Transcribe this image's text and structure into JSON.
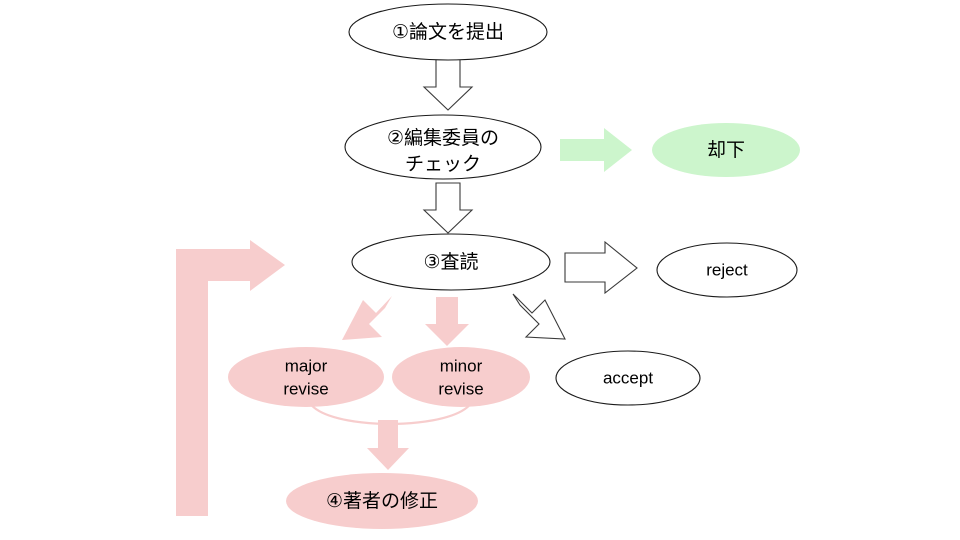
{
  "diagram": {
    "title": "Peer review process flowchart",
    "colors": {
      "pink": "#f7cdcd",
      "green": "#ccf5cc",
      "white": "#ffffff",
      "outline": "#1a1a1a",
      "background": "#ffffff"
    },
    "nodes": {
      "submit": {
        "label": "①論文を提出",
        "style": "white-ellipse"
      },
      "editor_check_line1": {
        "label": "②編集委員の",
        "style": "white-ellipse"
      },
      "editor_check_line2": {
        "label": "チェック",
        "style": "white-ellipse"
      },
      "dismiss": {
        "label": "却下",
        "style": "green-ellipse"
      },
      "review": {
        "label": "③査読",
        "style": "white-ellipse"
      },
      "reject": {
        "label": "reject",
        "style": "white-ellipse"
      },
      "accept": {
        "label": "accept",
        "style": "white-ellipse"
      },
      "major_revise_line1": {
        "label": "major",
        "style": "pink-ellipse"
      },
      "major_revise_line2": {
        "label": "revise",
        "style": "pink-ellipse"
      },
      "minor_revise_line1": {
        "label": "minor",
        "style": "pink-ellipse"
      },
      "minor_revise_line2": {
        "label": "revise",
        "style": "pink-ellipse"
      },
      "author_revision": {
        "label": "④著者の修正",
        "style": "pink-ellipse"
      }
    },
    "arrows": {
      "submit_to_editor": {
        "icon": "block-arrow-down-icon",
        "color": "#ffffff"
      },
      "editor_to_dismiss": {
        "icon": "block-arrow-right-icon",
        "color": "#ccf5cc"
      },
      "editor_to_review": {
        "icon": "block-arrow-down-icon",
        "color": "#ffffff"
      },
      "review_to_reject": {
        "icon": "block-arrow-right-icon",
        "color": "#ffffff"
      },
      "review_to_accept": {
        "icon": "block-arrow-diagonal-down-right-icon",
        "color": "#ffffff"
      },
      "review_to_major": {
        "icon": "block-arrow-diagonal-down-left-icon",
        "color": "#f7cdcd"
      },
      "review_to_minor": {
        "icon": "block-arrow-down-icon",
        "color": "#f7cdcd"
      },
      "revise_join": {
        "icon": "curved-connector-icon",
        "color": "#f7cdcd"
      },
      "revise_to_author": {
        "icon": "block-arrow-down-icon",
        "color": "#f7cdcd"
      },
      "author_back_to_review": {
        "icon": "block-arrow-loop-up-right-icon",
        "color": "#f7cdcd"
      }
    }
  }
}
